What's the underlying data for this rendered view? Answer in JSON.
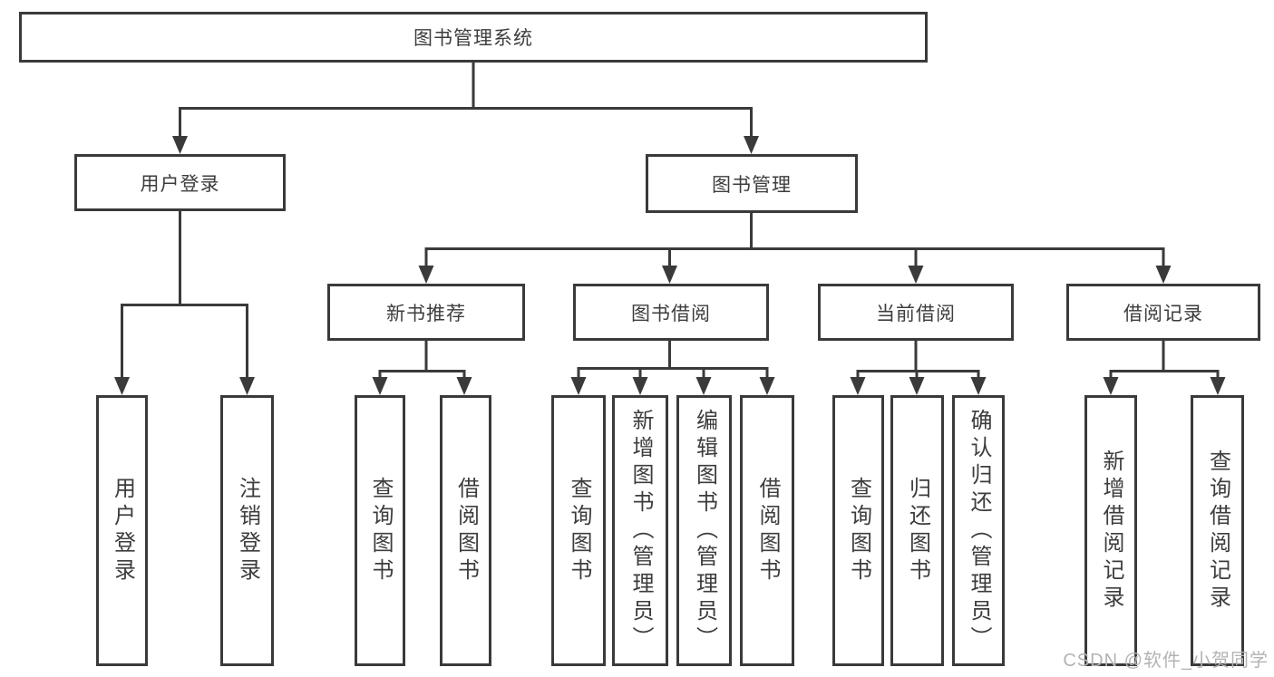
{
  "root": {
    "label": "图书管理系统"
  },
  "user_login": {
    "label": "用户登录",
    "children": [
      {
        "label": "用户登录"
      },
      {
        "label": "注销登录"
      }
    ]
  },
  "book_management": {
    "label": "图书管理",
    "groups": [
      {
        "label": "新书推荐",
        "children": [
          {
            "label": "查询图书"
          },
          {
            "label": "借阅图书"
          }
        ]
      },
      {
        "label": "图书借阅",
        "children": [
          {
            "label": "查询图书"
          },
          {
            "label": "新增图书（管理员）"
          },
          {
            "label": "编辑图书（管理员）"
          },
          {
            "label": "借阅图书"
          }
        ]
      },
      {
        "label": "当前借阅",
        "children": [
          {
            "label": "查询图书"
          },
          {
            "label": "归还图书"
          },
          {
            "label": "确认归还（管理员）"
          }
        ]
      },
      {
        "label": "借阅记录",
        "children": [
          {
            "label": "新增借阅记录"
          },
          {
            "label": "查询借阅记录"
          }
        ]
      }
    ]
  },
  "watermark": {
    "text": "CSDN @软件_小贺同学"
  },
  "colors": {
    "line": "#3a3a3a",
    "text": "#3d3d3d",
    "watermark": "#b3b3b3",
    "background": "#ffffff"
  }
}
